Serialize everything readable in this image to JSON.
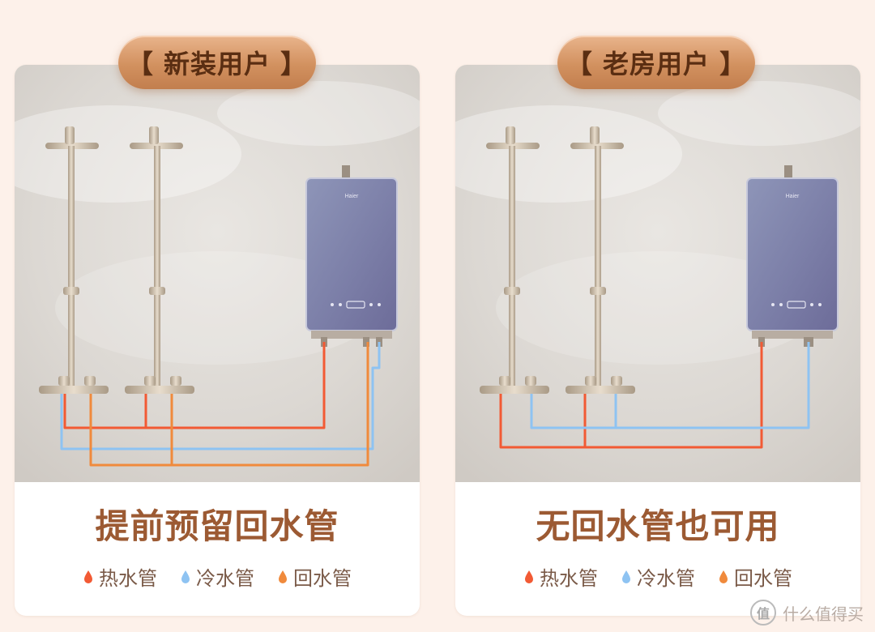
{
  "panels": [
    {
      "badge": "【 新装用户 】",
      "caption": "提前预留回水管",
      "legend": [
        "热水管",
        "冷水管",
        "回水管"
      ]
    },
    {
      "badge": "【 老房用户 】",
      "caption": "无回水管也可用",
      "legend": [
        "热水管",
        "冷水管",
        "回水管"
      ]
    }
  ],
  "colors": {
    "hot": "#f25a34",
    "cold": "#8ec3f2",
    "return": "#f08a3c",
    "accent": "#9c5a33"
  },
  "icons": [
    "water-drop-icon",
    "heater-brand-logo"
  ],
  "watermark": {
    "badge": "值",
    "text": "什么值得买"
  }
}
